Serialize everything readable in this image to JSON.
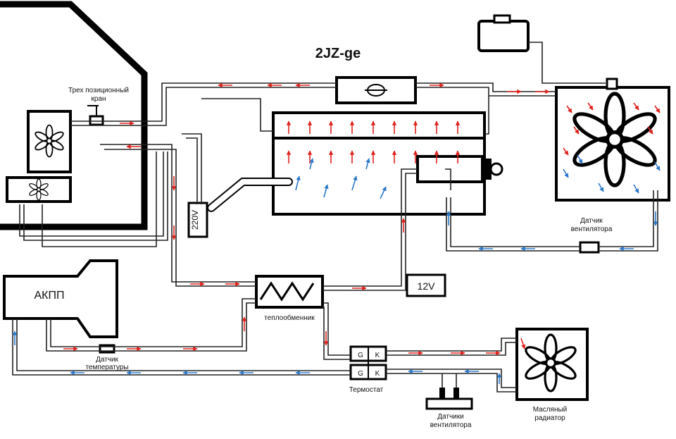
{
  "title": "2JZ-ge",
  "labels": {
    "three_way_valve": [
      "Трех позиционный",
      "кран"
    ],
    "heater_220": "220V",
    "pump_12": "12V",
    "akpp": "АКПП",
    "heat_exchanger": "теплообменник",
    "temp_sensor": [
      "Датчик",
      "температуры"
    ],
    "thermostat": "Термостат",
    "fan_sensors_bottom": [
      "Датчики",
      "вентилятора"
    ],
    "fan_sensor_right": [
      "Датчик",
      "вентилятора"
    ],
    "oil_radiator": [
      "Масляный",
      "радиатор"
    ],
    "thermostat_port_g": "G",
    "thermostat_port_k": "K"
  },
  "colors": {
    "hot": "#e0201b",
    "cold": "#2a78c9",
    "outline": "#000000",
    "accent_purple": "#7a4fb0"
  },
  "icons": [
    "fan-icon",
    "arrow-up-icon",
    "arrow-down-icon",
    "arrow-right-icon",
    "arrow-left-icon"
  ]
}
